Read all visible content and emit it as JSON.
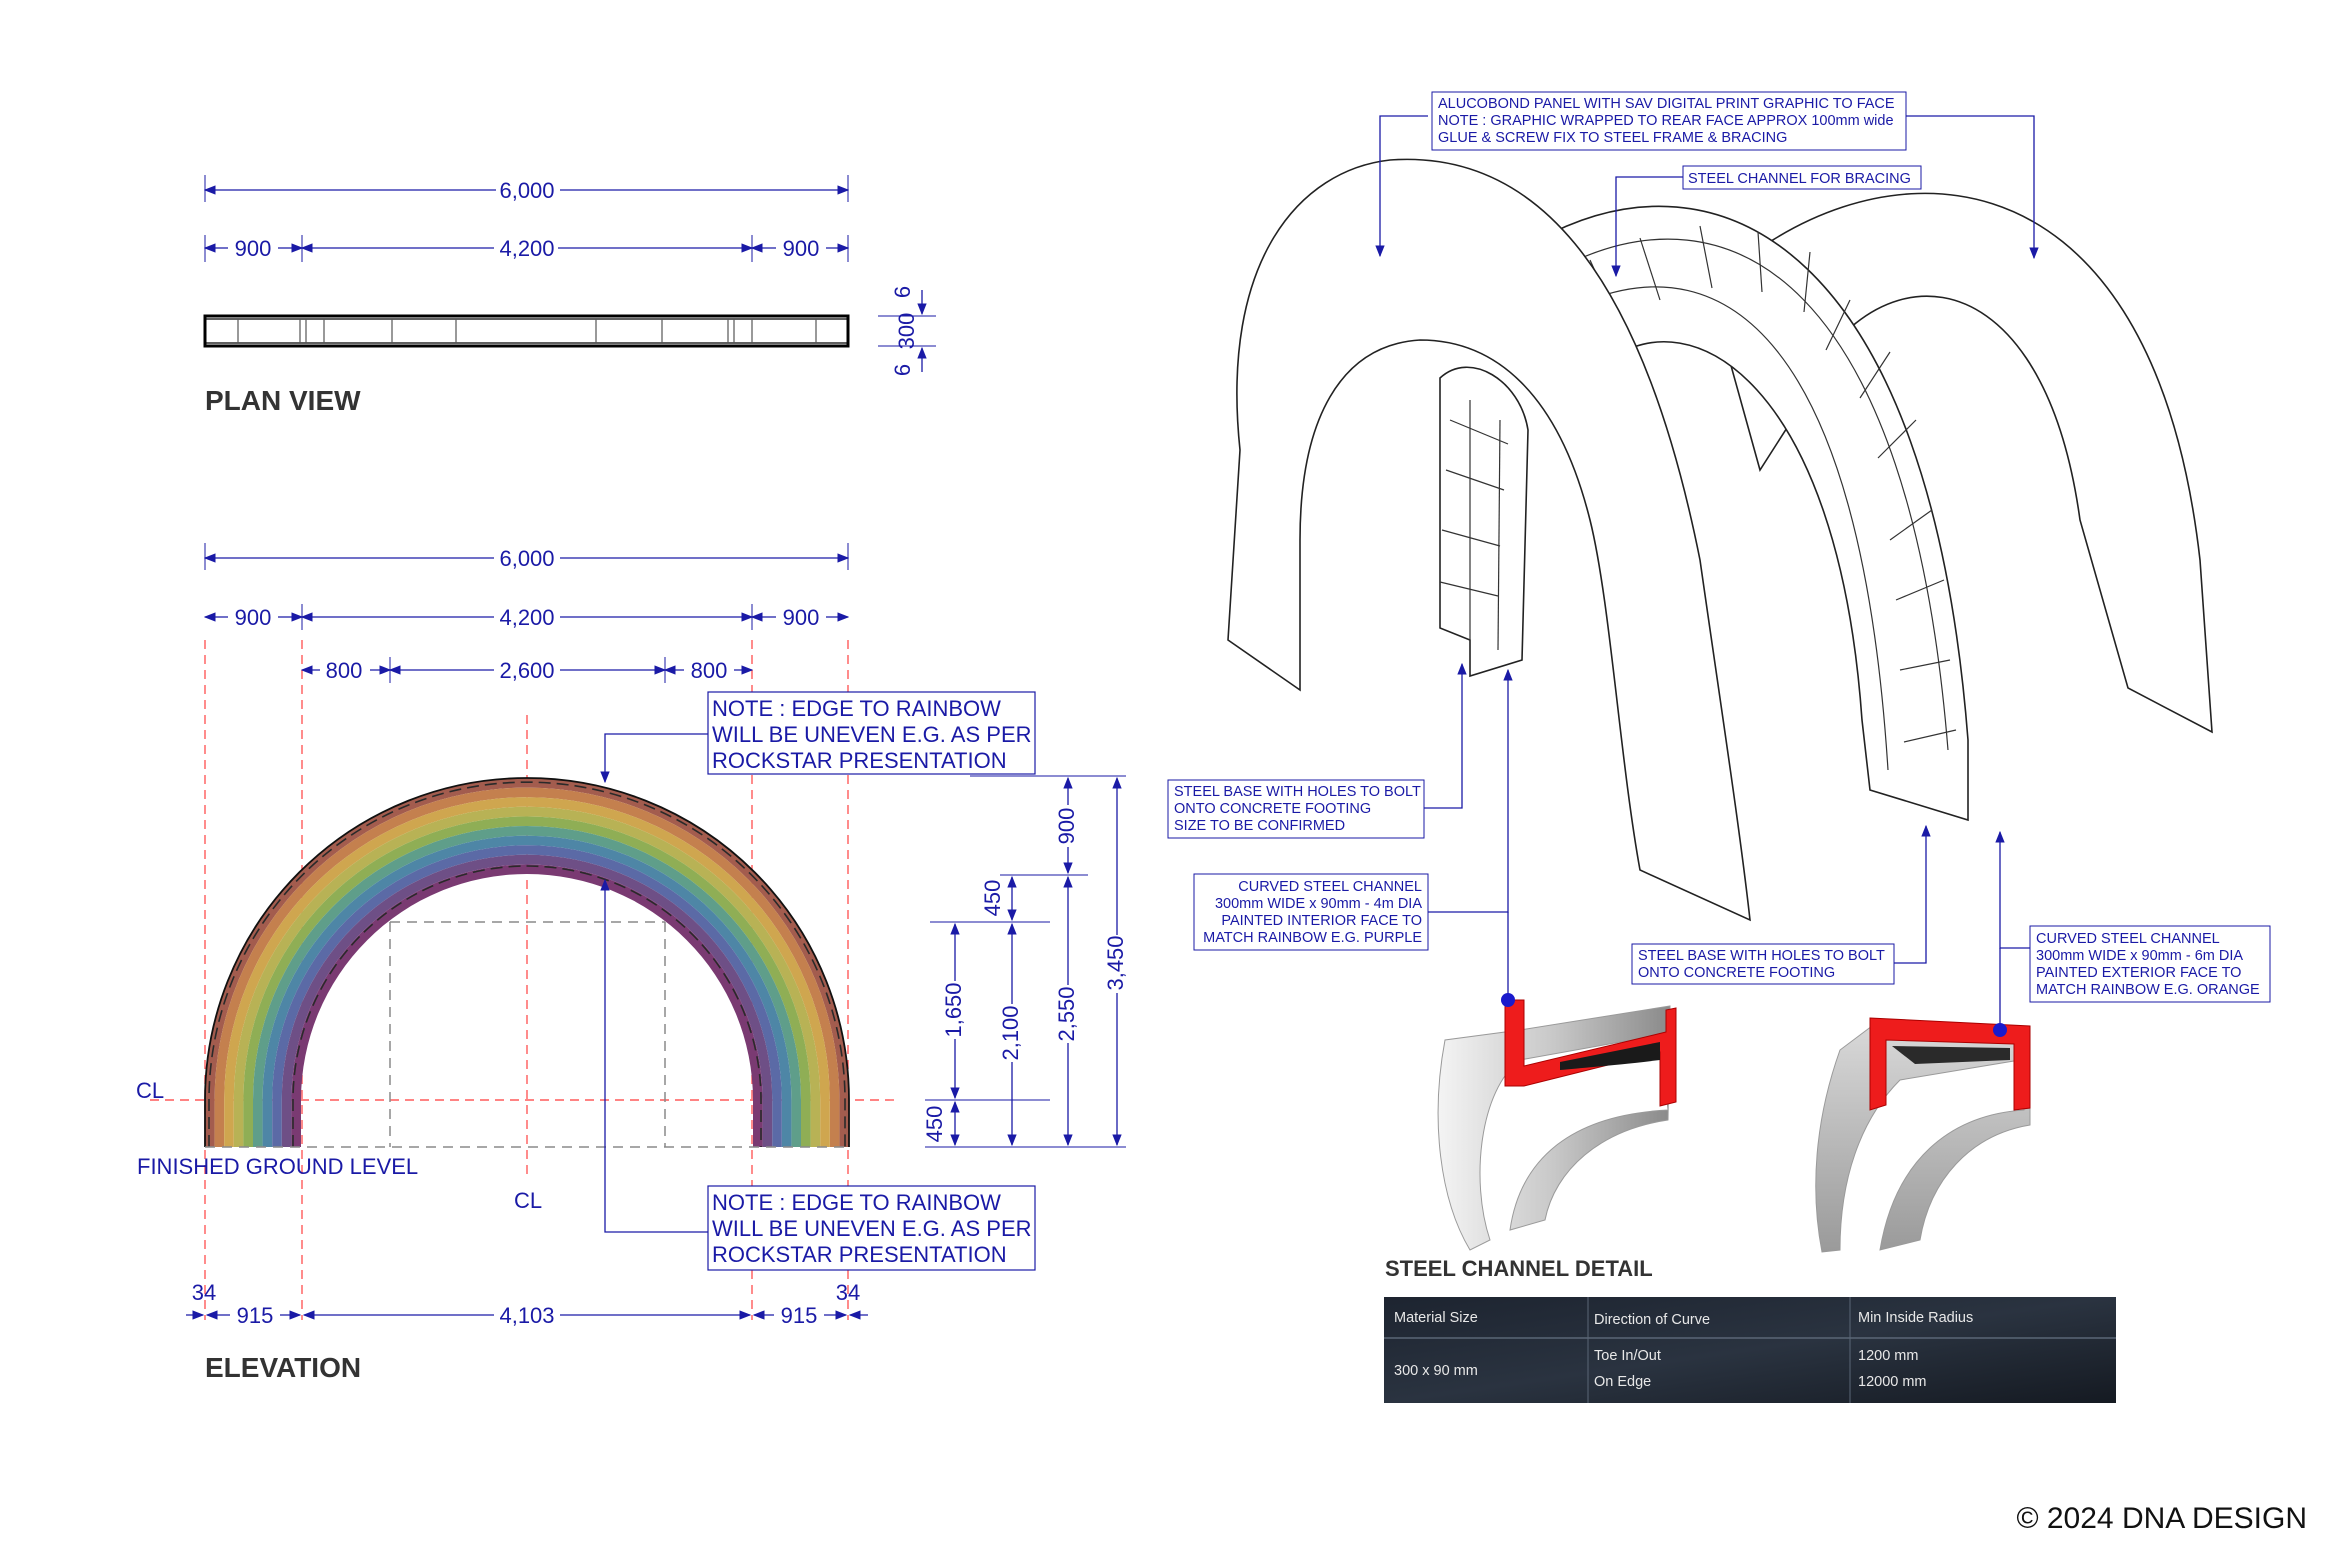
{
  "plan_view": {
    "title": "PLAN VIEW",
    "overall": "6,000",
    "left": "900",
    "middle": "4,200",
    "right": "900",
    "depth": "300",
    "edge_top": "6",
    "edge_bottom": "6"
  },
  "elevation": {
    "title": "ELEVATION",
    "overall": "6,000",
    "left": "900",
    "middle": "4,200",
    "right": "900",
    "inner_left": "800",
    "inner_middle": "2,600",
    "inner_right": "800",
    "bottom_left_edge": "34",
    "bottom_left": "915",
    "bottom_middle": "4,103",
    "bottom_right": "915",
    "bottom_right_edge": "34",
    "v_900": "900",
    "v_450_top": "450",
    "v_1650": "1,650",
    "v_450_bottom": "450",
    "v_2100": "2,100",
    "v_2550": "2,550",
    "v_3450": "3,450",
    "centerline_mark": "CL",
    "ground_label": "FINISHED GROUND LEVEL",
    "note_top": [
      "NOTE : EDGE TO RAINBOW",
      "WILL BE UNEVEN E.G. AS PER",
      "ROCKSTAR PRESENTATION"
    ],
    "note_bottom": [
      "NOTE : EDGE TO RAINBOW",
      "WILL BE UNEVEN E.G. AS PER",
      "ROCKSTAR PRESENTATION"
    ],
    "band_colors": [
      "#a35c4e",
      "#c4804e",
      "#cfa64f",
      "#b8b255",
      "#8fae55",
      "#5f9e8a",
      "#4e86a6",
      "#5b6aa6",
      "#6e4f86",
      "#7a3a72"
    ]
  },
  "callouts": {
    "alucobond": [
      "ALUCOBOND PANEL WITH SAV DIGITAL PRINT GRAPHIC TO FACE",
      "NOTE : GRAPHIC WRAPPED TO REAR FACE APPROX 100mm wide",
      "GLUE & SCREW FIX TO STEEL FRAME & BRACING"
    ],
    "bracing": [
      "STEEL CHANNEL FOR BRACING"
    ],
    "base_left": [
      "STEEL BASE WITH HOLES TO BOLT",
      "ONTO CONCRETE FOOTING",
      "SIZE TO BE CONFIRMED"
    ],
    "curved_inner": [
      "CURVED STEEL CHANNEL",
      "300mm WIDE x 90mm - 4m  DIA",
      "PAINTED INTERIOR FACE TO",
      "MATCH RAINBOW E.G. PURPLE"
    ],
    "base_right": [
      "STEEL BASE WITH HOLES TO BOLT",
      "ONTO CONCRETE FOOTING"
    ],
    "curved_outer": [
      "CURVED STEEL CHANNEL",
      "300mm WIDE x 90mm - 6m  DIA",
      "PAINTED EXTERIOR FACE TO",
      "MATCH RAINBOW E.G. ORANGE"
    ]
  },
  "steel_detail": {
    "title": "STEEL CHANNEL DETAIL",
    "headers": [
      "Material Size",
      "Direction of Curve",
      "Min Inside Radius"
    ],
    "size": "300 x 90 mm",
    "directions": [
      "Toe In/Out",
      "On Edge"
    ],
    "radii": [
      "1200 mm",
      "12000 mm"
    ]
  },
  "colors": {
    "dimension_blue": "#1a1aa6",
    "centerline_red": "#ff5a5a",
    "channel_red": "#ee1c1c",
    "marker_blue": "#1a1acc"
  },
  "footer": {
    "copyright": "© 2024 DNA DESIGN"
  }
}
